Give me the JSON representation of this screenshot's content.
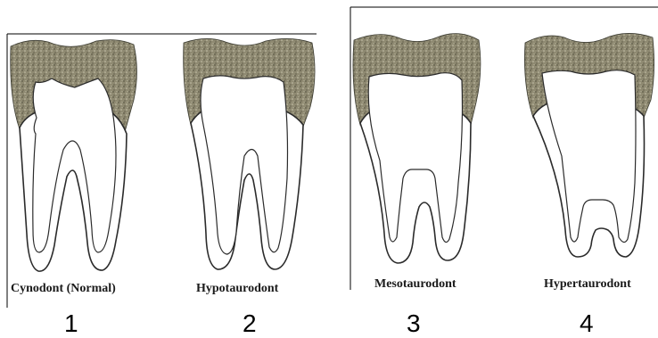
{
  "figure": {
    "colors": {
      "enamel": "#8f8a72",
      "enamel_speckle_dark": "#5f5b48",
      "enamel_speckle_light": "#c9c4ad",
      "outline": "#2b2b2b"
    },
    "teeth": [
      {
        "caption": "Cynodont (Normal)",
        "number": "1"
      },
      {
        "caption": "Hypotaurodont",
        "number": "2"
      },
      {
        "caption": "Mesotaurodont",
        "number": "3"
      },
      {
        "caption": "Hypertaurodont",
        "number": "4"
      }
    ]
  }
}
